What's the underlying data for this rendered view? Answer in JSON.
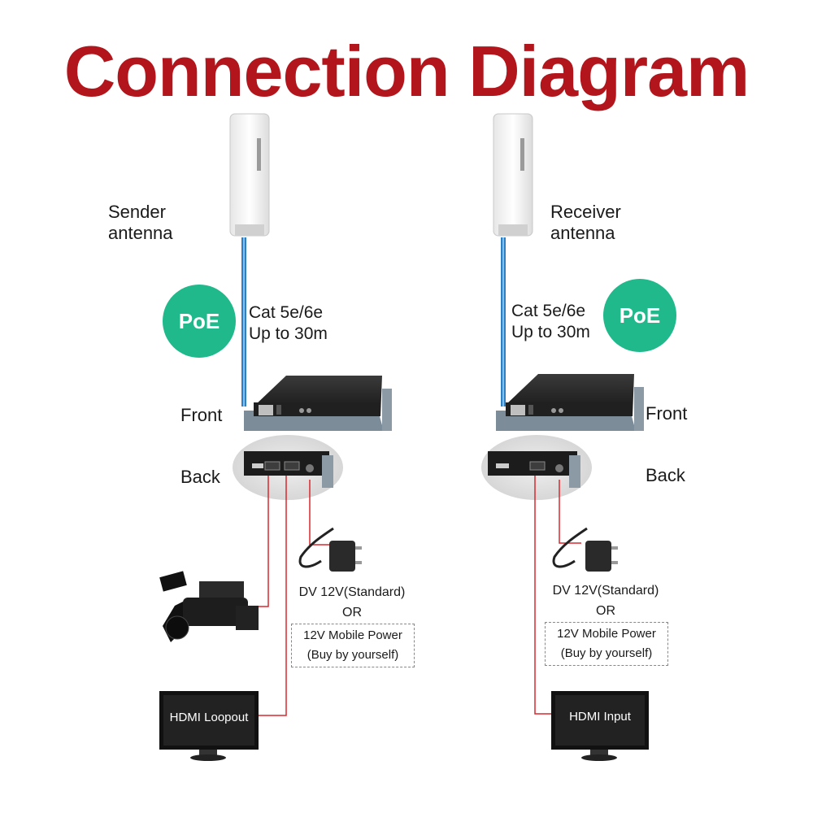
{
  "title": "Connection Diagram",
  "sender": {
    "antenna_label": [
      "Sender",
      "antenna"
    ],
    "cable_label": [
      "Cat 5e/6e",
      "Up to 30m"
    ],
    "poe": "PoE",
    "front": "Front",
    "back": "Back",
    "power_label": "DV 12V(Standard)",
    "or_label": "OR",
    "alt_power": [
      "12V Mobile Power",
      "(Buy by yourself)"
    ],
    "monitor_label": "HDMI Loopout"
  },
  "receiver": {
    "antenna_label": [
      "Receiver",
      "antenna"
    ],
    "cable_label": [
      "Cat 5e/6e",
      "Up to 30m"
    ],
    "poe": "PoE",
    "front": "Front",
    "back": "Back",
    "power_label": "DV 12V(Standard)",
    "or_label": "OR",
    "alt_power": [
      "12V Mobile Power",
      "(Buy by yourself)"
    ],
    "monitor_label": "HDMI Input"
  },
  "colors": {
    "title": "#b2151b",
    "poe": "#1fb98b",
    "cable": "#2f7fc4",
    "wire": "#d9282f"
  }
}
